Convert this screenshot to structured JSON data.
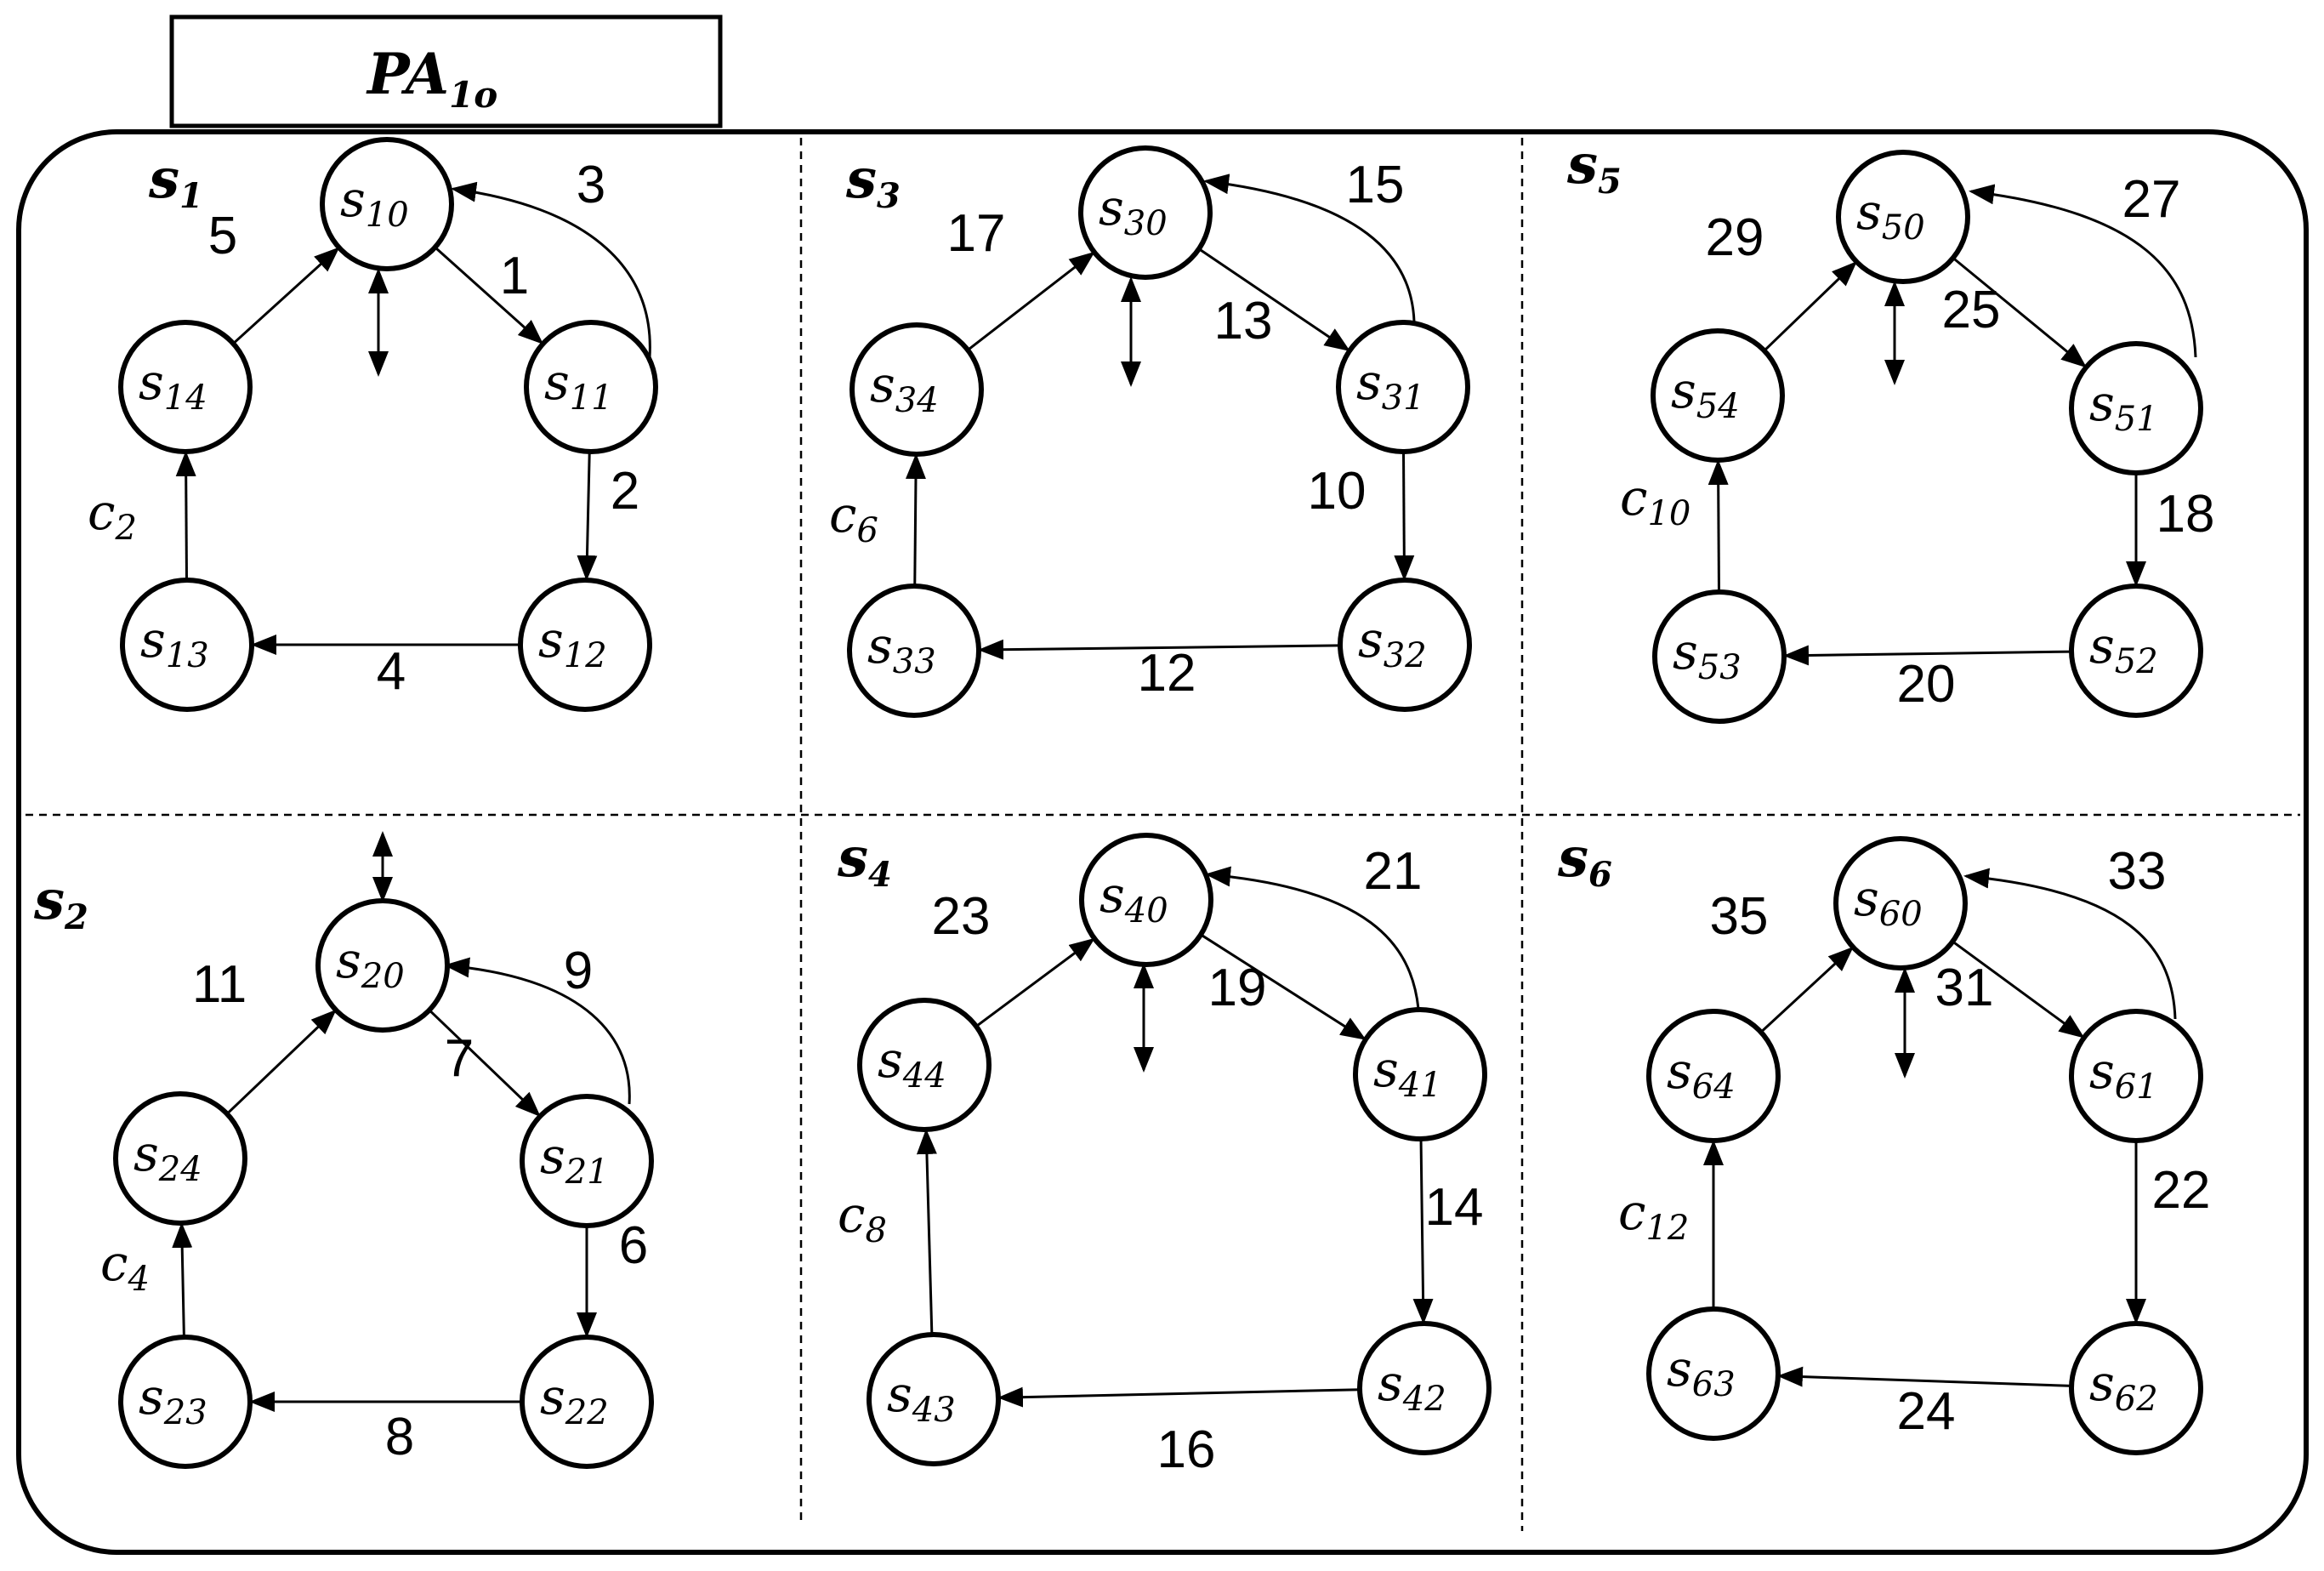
{
  "title": {
    "main": "PA",
    "sub": "1o"
  },
  "sections": [
    {
      "id": "s1",
      "label_main": "s",
      "label_sub": "1",
      "states": [
        {
          "main": "s",
          "sub": "10"
        },
        {
          "main": "s",
          "sub": "11"
        },
        {
          "main": "s",
          "sub": "12"
        },
        {
          "main": "s",
          "sub": "13"
        },
        {
          "main": "s",
          "sub": "14"
        }
      ],
      "edges": {
        "init_to_first": "1",
        "first_to_second": "2",
        "second_to_third": "4",
        "fourth_to_init": "5",
        "first_back_to_init": "3"
      },
      "condition": {
        "main": "c",
        "sub": "2"
      }
    },
    {
      "id": "s2",
      "label_main": "s",
      "label_sub": "2",
      "states": [
        {
          "main": "s",
          "sub": "20"
        },
        {
          "main": "s",
          "sub": "21"
        },
        {
          "main": "s",
          "sub": "22"
        },
        {
          "main": "s",
          "sub": "23"
        },
        {
          "main": "s",
          "sub": "24"
        }
      ],
      "edges": {
        "init_to_first": "7",
        "first_to_second": "6",
        "second_to_third": "8",
        "fourth_to_init": "11",
        "first_back_to_init": "9"
      },
      "condition": {
        "main": "c",
        "sub": "4"
      }
    },
    {
      "id": "s3",
      "label_main": "s",
      "label_sub": "3",
      "states": [
        {
          "main": "s",
          "sub": "30"
        },
        {
          "main": "s",
          "sub": "31"
        },
        {
          "main": "s",
          "sub": "32"
        },
        {
          "main": "s",
          "sub": "33"
        },
        {
          "main": "s",
          "sub": "34"
        }
      ],
      "edges": {
        "init_to_first": "13",
        "first_to_second": "10",
        "second_to_third": "12",
        "fourth_to_init": "17",
        "first_back_to_init": "15"
      },
      "condition": {
        "main": "c",
        "sub": "6"
      }
    },
    {
      "id": "s4",
      "label_main": "s",
      "label_sub": "4",
      "states": [
        {
          "main": "s",
          "sub": "40"
        },
        {
          "main": "s",
          "sub": "41"
        },
        {
          "main": "s",
          "sub": "42"
        },
        {
          "main": "s",
          "sub": "43"
        },
        {
          "main": "s",
          "sub": "44"
        }
      ],
      "edges": {
        "init_to_first": "19",
        "first_to_second": "14",
        "second_to_third": "16",
        "fourth_to_init": "23",
        "first_back_to_init": "21"
      },
      "condition": {
        "main": "c",
        "sub": "8"
      }
    },
    {
      "id": "s5",
      "label_main": "s",
      "label_sub": "5",
      "states": [
        {
          "main": "s",
          "sub": "50"
        },
        {
          "main": "s",
          "sub": "51"
        },
        {
          "main": "s",
          "sub": "52"
        },
        {
          "main": "s",
          "sub": "53"
        },
        {
          "main": "s",
          "sub": "54"
        }
      ],
      "edges": {
        "init_to_first": "25",
        "first_to_second": "18",
        "second_to_third": "20",
        "fourth_to_init": "29",
        "first_back_to_init": "27"
      },
      "condition": {
        "main": "c",
        "sub": "10"
      }
    },
    {
      "id": "s6",
      "label_main": "s",
      "label_sub": "6",
      "states": [
        {
          "main": "s",
          "sub": "60"
        },
        {
          "main": "s",
          "sub": "61"
        },
        {
          "main": "s",
          "sub": "62"
        },
        {
          "main": "s",
          "sub": "63"
        },
        {
          "main": "s",
          "sub": "64"
        }
      ],
      "edges": {
        "init_to_first": "31",
        "first_to_second": "22",
        "second_to_third": "24",
        "fourth_to_init": "35",
        "first_back_to_init": "33"
      },
      "condition": {
        "main": "c",
        "sub": "12"
      }
    }
  ],
  "colors": {
    "stroke": "#000000",
    "background": "#ffffff"
  }
}
